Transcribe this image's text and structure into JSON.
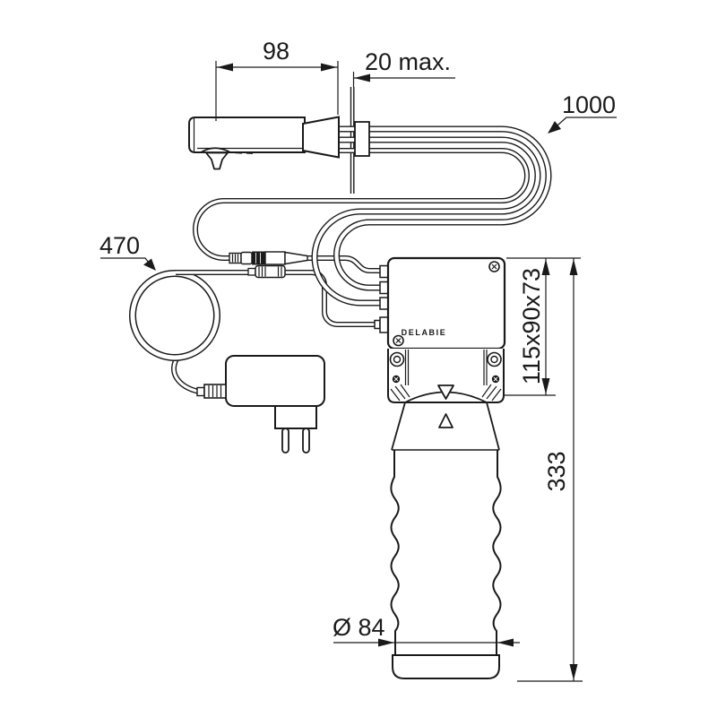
{
  "meta": {
    "type": "technical-dimension-drawing",
    "product": "wall-mounted electronic soap dispenser with control box, bottle and plug-in power supply",
    "background_color": "#ffffff",
    "line_color": "#1a1a1a"
  },
  "labels": {
    "brand": "DELABIE",
    "dim_spout_projection": "98",
    "dim_wall_thickness": "20 max.",
    "dim_hose_length": "1000",
    "dim_cable_length": "470",
    "dim_box": "115x90x73",
    "dim_height": "333",
    "dim_bottle_diameter": "Ø 84"
  }
}
